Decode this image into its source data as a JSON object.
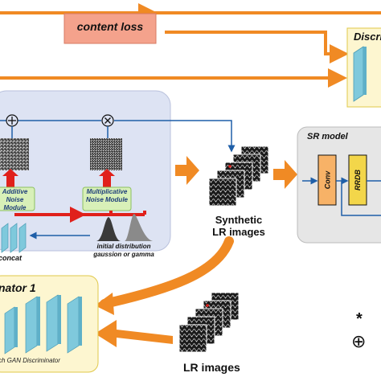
{
  "content_loss": {
    "label": "content loss"
  },
  "discriminator_top": {
    "label": "Discri"
  },
  "generator": {
    "additive_label": "Additive\nNoise Module",
    "multiplicative_label": "Multiplicative\nNoise Module",
    "concat_label": "concat",
    "init_dist_label": "initial distribution\ngaussion or gamma",
    "plus_symbol": "⊕",
    "times_symbol": "⊗"
  },
  "synthetic": {
    "label": "Synthetic\nLR images"
  },
  "sr_model": {
    "title": "SR model",
    "conv_label": "Conv",
    "rrdb_label": "RRDB"
  },
  "discriminator_1": {
    "title": "nator 1",
    "caption": "ch GAN Discriminator"
  },
  "lr_images": {
    "label": "LR images"
  },
  "legend": {
    "star_symbol": "*",
    "plus_symbol": "⊕"
  },
  "colors": {
    "orange": "#f08a24",
    "salmon": "#f4a28c",
    "panel_blue": "#dde3f3",
    "panel_gray": "#e6e6e6",
    "yellow_box": "#fdf6d0",
    "green_box": "#d8f0b8",
    "red": "#e0201b",
    "dark_blue": "#1f5fa8",
    "teal": "#7fc9dc"
  }
}
